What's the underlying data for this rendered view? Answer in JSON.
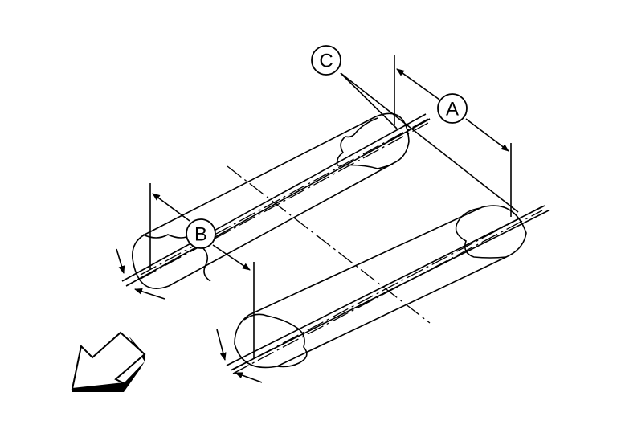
{
  "diagram": {
    "callouts": {
      "a": "A",
      "b": "B",
      "c": "C"
    },
    "stroke_color": "#000000",
    "background_color": "#ffffff",
    "front_direction_icon": "direction-arrow-icon"
  }
}
